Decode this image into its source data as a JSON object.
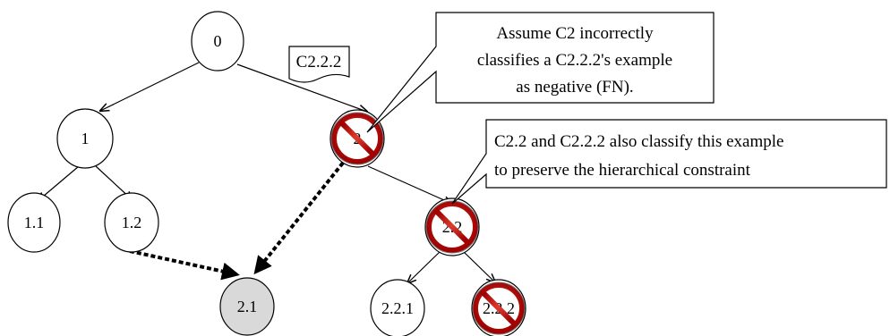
{
  "nodes": [
    {
      "id": "n0",
      "label": "0",
      "blocked": false,
      "shaded": false
    },
    {
      "id": "n1",
      "label": "1",
      "blocked": false,
      "shaded": false
    },
    {
      "id": "n2",
      "label": "2",
      "blocked": true,
      "shaded": false
    },
    {
      "id": "n11",
      "label": "1.1",
      "blocked": false,
      "shaded": false
    },
    {
      "id": "n12",
      "label": "1.2",
      "blocked": false,
      "shaded": false
    },
    {
      "id": "n21",
      "label": "2.1",
      "blocked": false,
      "shaded": true
    },
    {
      "id": "n22",
      "label": "2.2",
      "blocked": true,
      "shaded": false
    },
    {
      "id": "n221",
      "label": "2.2.1",
      "blocked": false,
      "shaded": false
    },
    {
      "id": "n222",
      "label": "2.2.2",
      "blocked": true,
      "shaded": false
    }
  ],
  "tag": {
    "label": "C2.2.2"
  },
  "callouts": {
    "assumption": {
      "line1": "Assume C2 incorrectly",
      "line2": "classifies a C2.2.2's example",
      "line3": "as negative (FN)."
    },
    "constraint": {
      "line1": "C2.2 and C2.2.2 also classify this example",
      "line2": "to preserve the hierarchical constraint"
    }
  },
  "colors": {
    "blocked_red": "#c00000",
    "shaded_fill": "#d9d9d9",
    "line": "#000000"
  }
}
